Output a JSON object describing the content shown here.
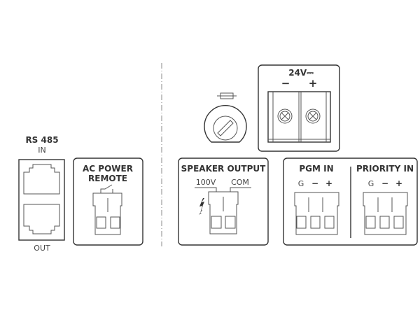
{
  "rs485": {
    "title": "RS 485",
    "in_label": "IN",
    "out_label": "OUT"
  },
  "ac_power": {
    "title_line1": "AC POWER",
    "title_line2": "REMOTE"
  },
  "power_24v": {
    "title": "24V⎓",
    "minus": "−",
    "plus": "+"
  },
  "speaker_output": {
    "title": "SPEAKER OUTPUT",
    "left_label": "100V",
    "right_label": "COM"
  },
  "pgm_in": {
    "title": "PGM IN",
    "pins": [
      "G",
      "−",
      "+"
    ]
  },
  "priority_in": {
    "title": "PRIORITY IN",
    "pins": [
      "G",
      "−",
      "+"
    ]
  }
}
